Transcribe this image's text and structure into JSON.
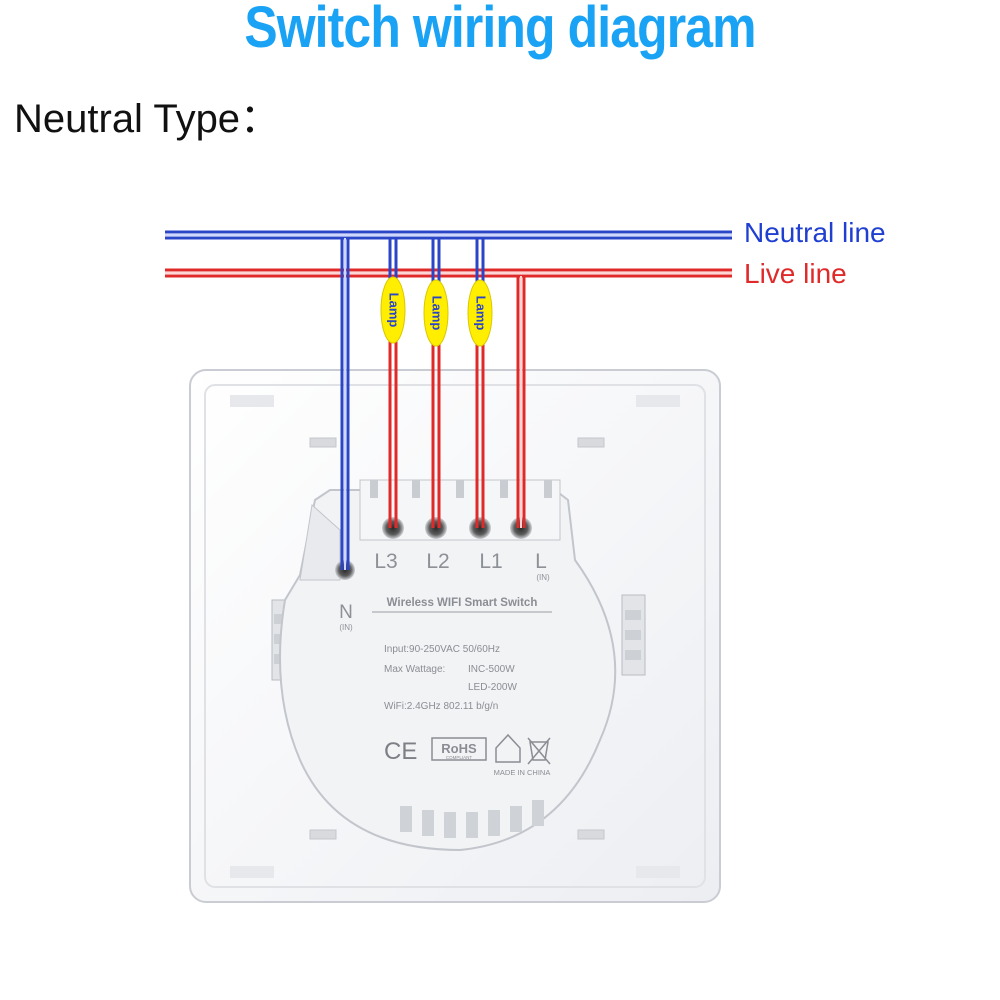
{
  "title": "Switch wiring diagram",
  "subtitle": "Neutral Type：",
  "lines": {
    "neutral_label": "Neutral line",
    "live_label": "Live line",
    "neutral_color": "#2b45c8",
    "live_color": "#e02a2a"
  },
  "lamps": [
    {
      "label": "Lamp"
    },
    {
      "label": "Lamp"
    },
    {
      "label": "Lamp"
    }
  ],
  "lamp_color": "#ffee00",
  "terminals": {
    "l3": "L3",
    "l2": "L2",
    "l1": "L1",
    "l": "L",
    "l_sub": "(IN)",
    "n": "N",
    "n_sub": "(IN)"
  },
  "device": {
    "name": "Wireless WIFI Smart Switch",
    "input": "Input:90-250VAC  50/60Hz",
    "max_label": "Max Wattage:",
    "max_inc": "INC-500W",
    "max_led": "LED-200W",
    "wifi": "WiFi:2.4GHz  802.11 b/g/n",
    "ce": "CE",
    "rohs": "RoHS",
    "rohs_sub": "COMPLIANT",
    "origin": "MADE IN CHINA"
  }
}
